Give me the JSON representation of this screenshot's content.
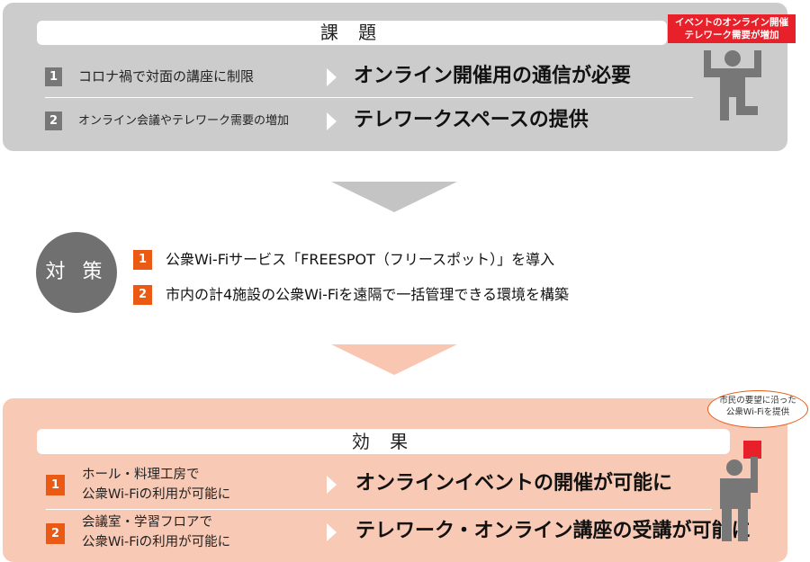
{
  "issues": {
    "title": "課 題",
    "badge_line1": "イベントのオンライン開催",
    "badge_line2": "テレワーク需要が増加",
    "items": [
      {
        "num": "1",
        "cause": "コロナ禍で対面の講座に制限",
        "result": "オンライン開催用の通信が必要"
      },
      {
        "num": "2",
        "cause": "オンライン会議やテレワーク需要の増加",
        "result": "テレワークスペースの提供"
      }
    ]
  },
  "measures": {
    "label": "対 策",
    "items": [
      {
        "num": "1",
        "text": "公衆Wi-Fiサービス「FREESPOT（フリースポット）」を導入"
      },
      {
        "num": "2",
        "text": "市内の計4施設の公衆Wi-Fiを遠隔で一括管理できる環境を構築"
      }
    ]
  },
  "effects": {
    "title": "効 果",
    "bubble_line1": "市民の要望に沿った",
    "bubble_line2": "公衆Wi-Fiを提供",
    "items": [
      {
        "num": "1",
        "cause_line1": "ホール・料理工房で",
        "cause_line2": "公衆Wi-Fiの利用が可能に",
        "result": "オンラインイベントの開催が可能に"
      },
      {
        "num": "2",
        "cause_line1": "会議室・学習フロアで",
        "cause_line2": "公衆Wi-Fiの利用が可能に",
        "result": "テレワーク・オンライン講座の受講が可能に"
      }
    ]
  },
  "colors": {
    "issues_bg": "#cccccc",
    "effects_bg": "#f8c9b4",
    "accent_orange": "#ea5a15",
    "number_gray": "#777777",
    "badge_red": "#e8202a",
    "measures_circle": "#707070"
  },
  "icons": {
    "issues_figure": "person-arms-raised-icon",
    "effects_figure": "person-holding-flag-icon"
  }
}
